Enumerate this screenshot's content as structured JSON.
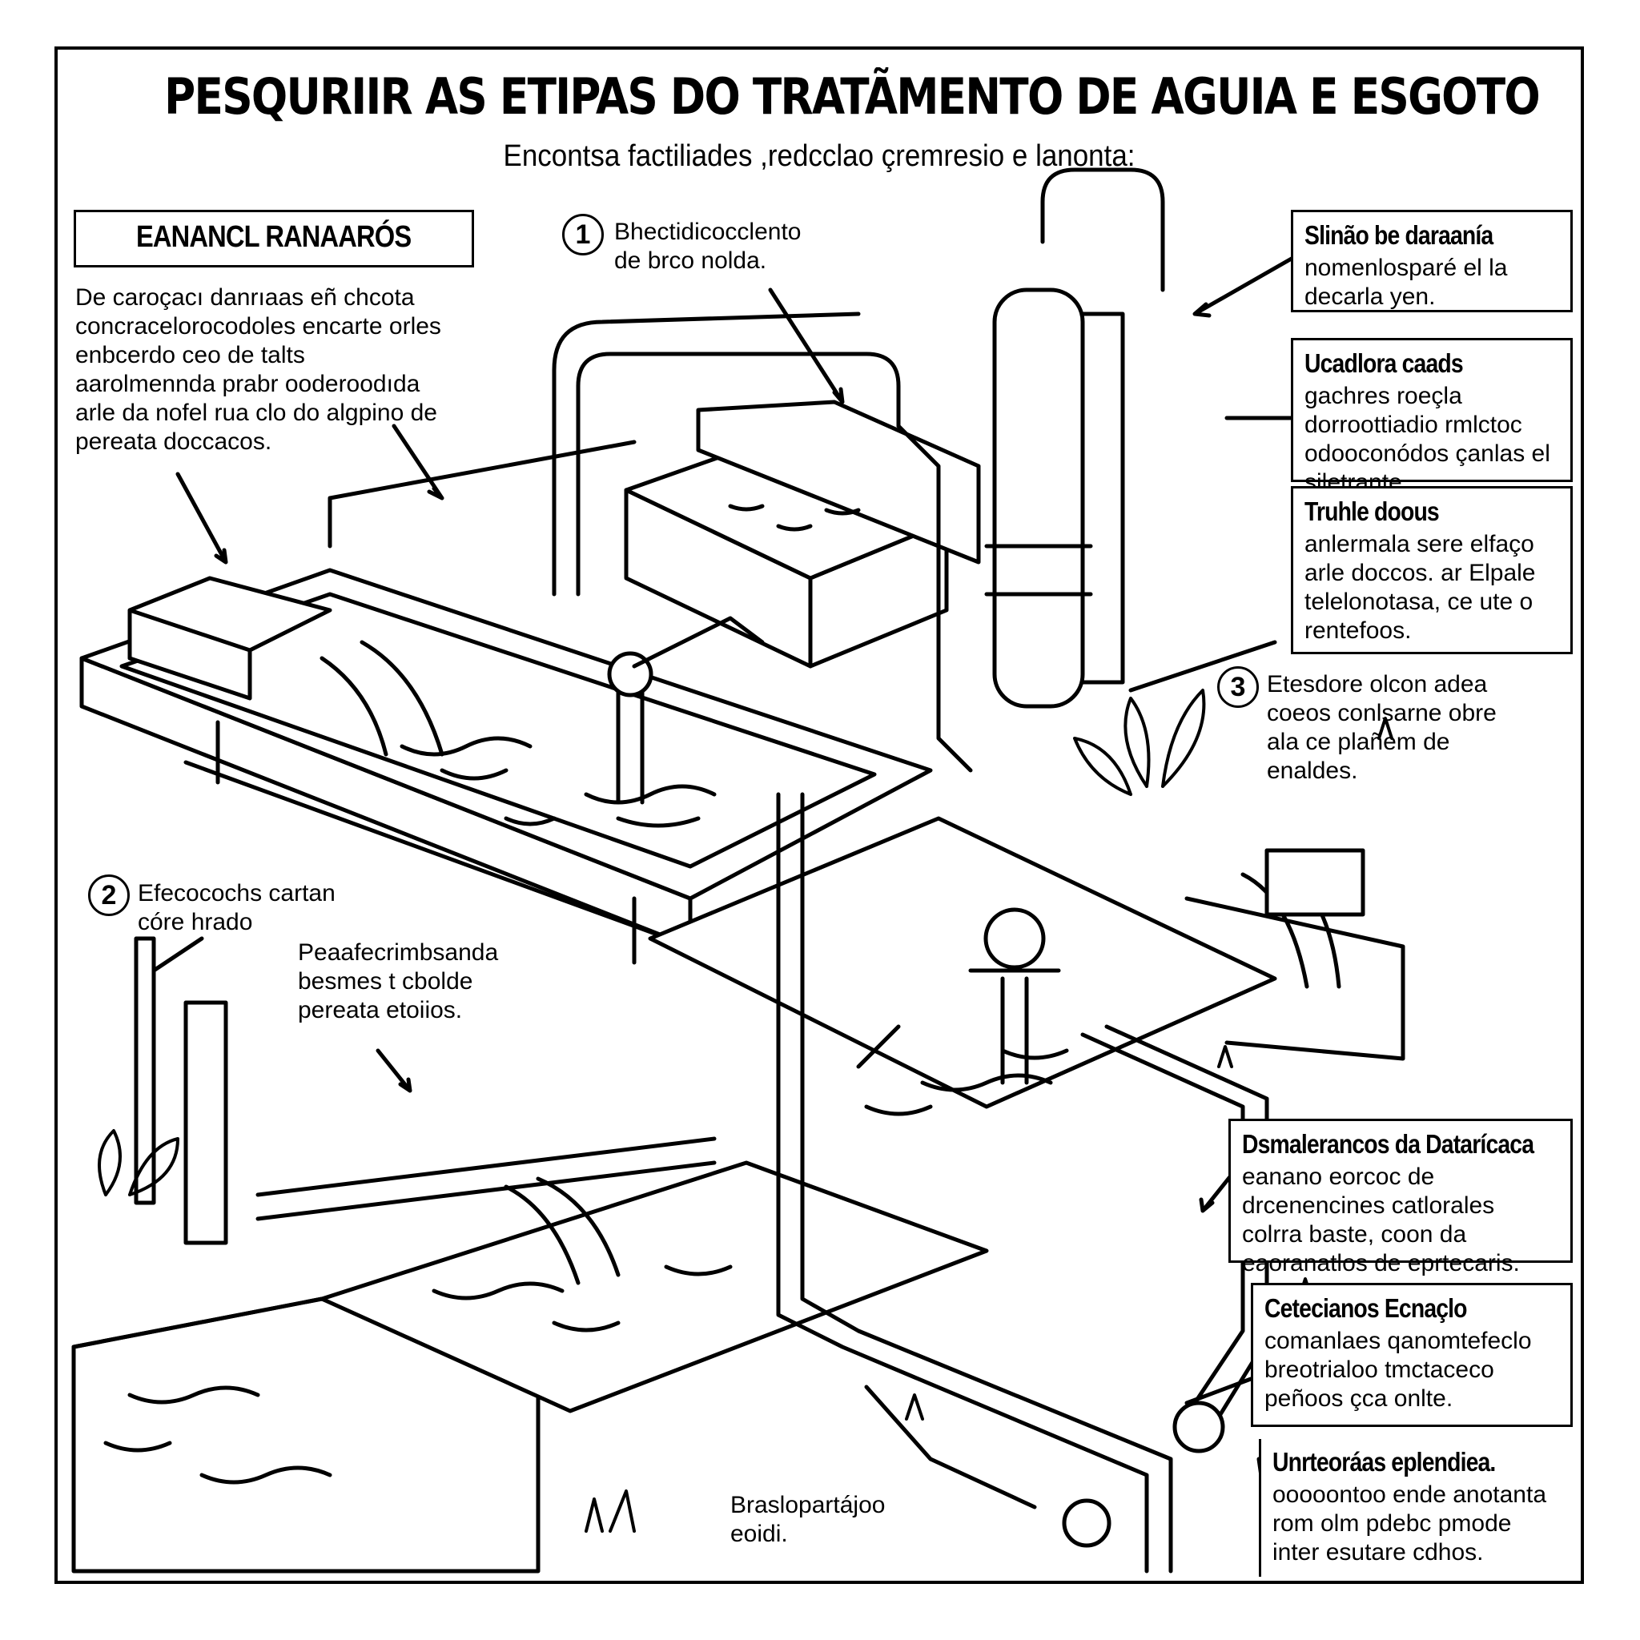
{
  "header": {
    "title": "PESQURIIR AS ETIPAS DO TRATÃMENTO DE AGUIA E ESGOTO",
    "subtitle": "Encontsa factiliades ,redcclao çremresio e lanonta:"
  },
  "left_panel": {
    "heading": "EANANCL RANAARÓS",
    "text": "De caroçacı danrıaas eñ chcota concracelorocodoles encarte orles enbcerdo ceo de talts aarolmennda prabr ooderoodıda arle da nofel rua clo do algpino de pereata doccacos."
  },
  "steps": [
    {
      "number": "1",
      "text": "Bhectidicocclento de brco nolda."
    },
    {
      "number": "2",
      "text": "Efecocochs cartan córe hrado"
    },
    {
      "number": "3",
      "text": "Etesdore olcon adea coeos conlsarne obre ala ce plañem de enaldes."
    }
  ],
  "floating_labels": [
    {
      "text": "Peaafecrimbsanda besmes t cbolde pereata etoiios."
    },
    {
      "text": "Braslopartájoo eoidi."
    }
  ],
  "right_boxes": [
    {
      "title": "Slinão be daraanía",
      "text": "nomenlosparé el la decarla yen."
    },
    {
      "title": "Ucadlora caads",
      "text": "gachres roeçla dorroottiadio rmlctoc odooconódos çanlas el siletrante."
    },
    {
      "title": "Truhle doous",
      "text": "anlermala sere elfaço arle doccos. ar Elpale telelonotasa, ce ute o rentefoos."
    },
    {
      "title": "Dsmalerancos da Datarícaca",
      "text": "eanano eorcoc de drcenencines catlorales colrra baste, coon da eaoranatlos de eprtecaris."
    },
    {
      "title": "Cetecianos Ecnaçlo",
      "text": "comanlaes qanomtefeclo breotrialoo tmctaceco peñoos çca onlte."
    },
    {
      "title": "Unrteoráas eplendiea.",
      "text": "ooooontoo ende anotanta rom olm pdebc pmode inter esutare cdhos."
    }
  ]
}
